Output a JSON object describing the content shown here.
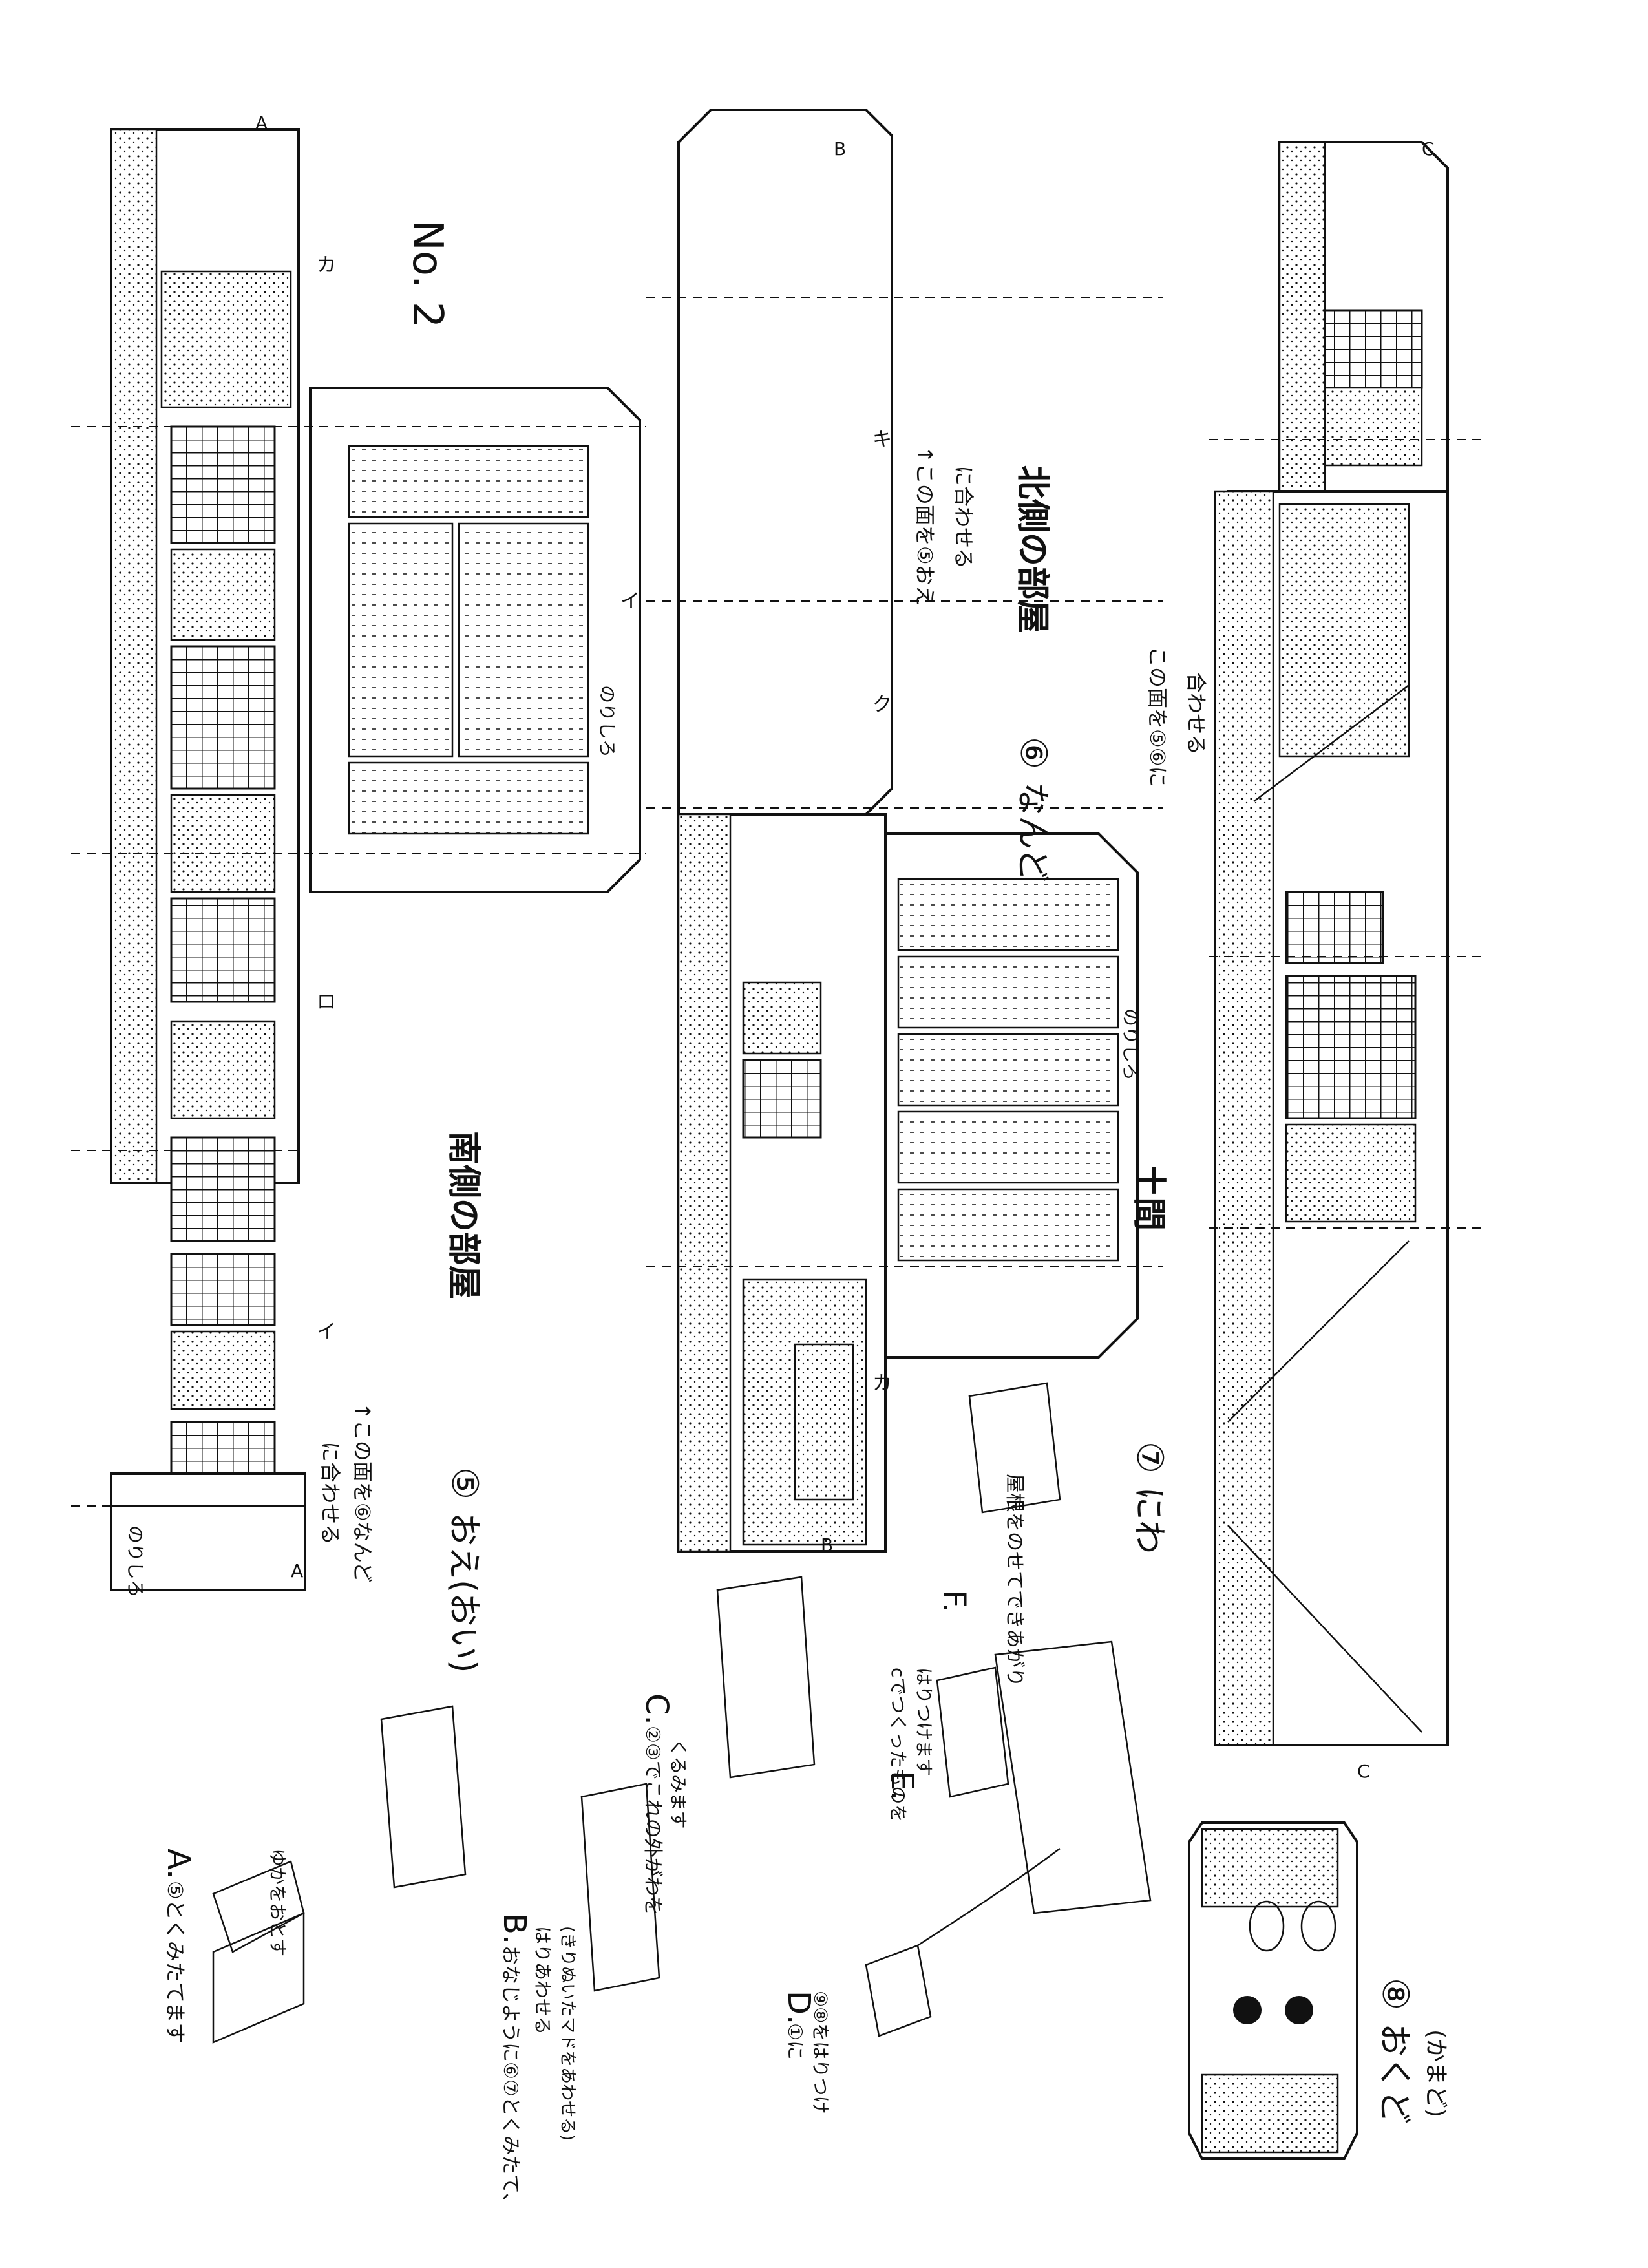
{
  "page_number": "No. 2",
  "parts": [
    {
      "id": "part-5",
      "number": "⑤",
      "title": "おえ(おい)",
      "subtitle": "南側の部屋",
      "note_arrow": "↑この面を⑥なんど",
      "note_join": "に合わせる"
    },
    {
      "id": "part-6",
      "number": "⑥",
      "title": "なんど",
      "subtitle": "北側の部屋",
      "note_arrow": "↑この面を⑤おえ",
      "note_join": "に合わせる"
    },
    {
      "id": "part-7",
      "number": "⑦",
      "title": "にわ",
      "subtitle": "土間",
      "note_arrow": "この面を⑤⑥に",
      "note_join": "合わせる"
    },
    {
      "id": "part-8",
      "number": "⑧",
      "title": "おくど",
      "subtitle": "(かまど)"
    }
  ],
  "tabs": {
    "glue": "のりしろ",
    "a": "A",
    "b": "B",
    "c": "C",
    "i": "イ",
    "ro": "ロ",
    "ka": "カ",
    "ki": "キ",
    "ku": "ク"
  },
  "steps": [
    {
      "key": "A.",
      "text": "⑤とくみたてます",
      "extra": "ゆかをおとす"
    },
    {
      "key": "B.",
      "text": "おなじように⑥⑦とくみたて、",
      "extra": "はりあわせる",
      "extra2": "(きりぬいたマドをあわせる)"
    },
    {
      "key": "C.",
      "text": "②③でこれの外がわを",
      "extra": "くるみます"
    },
    {
      "key": "D.",
      "text": "①に",
      "extra": "⑨⑧をはりつけ"
    },
    {
      "key": "E.",
      "text": "cでつくったものを",
      "extra": "はりつけます"
    },
    {
      "key": "F.",
      "text": "屋根をのせてできあがり"
    }
  ],
  "icons": {
    "arrow": "arrow-icon",
    "circled-number": "circled-number-icon"
  },
  "colors": {
    "ink": "#111111",
    "paper": "#ffffff"
  }
}
